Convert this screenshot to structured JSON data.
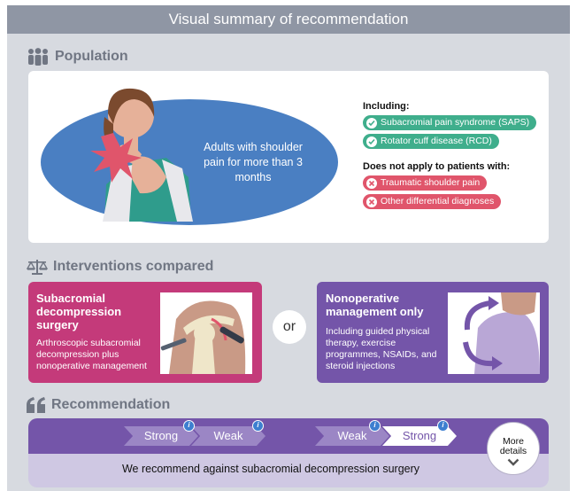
{
  "header": {
    "title": "Visual summary of recommendation"
  },
  "population": {
    "heading": "Population",
    "description": "Adults with shoulder pain for more than 3 months",
    "including_title": "Including:",
    "including": [
      "Subacromial pain syndrome (SAPS)",
      "Rotator cuff disease (RCD)"
    ],
    "excluding_title": "Does not apply to patients with:",
    "excluding": [
      "Traumatic shoulder pain",
      "Other differential diagnoses"
    ]
  },
  "interventions": {
    "heading": "Interventions compared",
    "or_label": "or",
    "surgery": {
      "title": "Subacromial decompression surgery",
      "body": "Arthroscopic subacromial decompression plus nonoperative management"
    },
    "nonoperative": {
      "title": "Nonoperative management only",
      "body": "Including guided physical therapy, exercise programmes, NSAIDs, and steroid injections"
    }
  },
  "recommendation": {
    "heading": "Recommendation",
    "scale": [
      "Strong",
      "Weak",
      "Weak",
      "Strong"
    ],
    "info_label": "i",
    "text": "We recommend against subacromial decompression surgery",
    "more_label": "More details"
  },
  "colors": {
    "accent_purple": "#7455a9",
    "surgery_pink": "#c43a7a",
    "population_blue": "#4a7fc2",
    "include_green": "#3fae8c",
    "exclude_red": "#e0556b"
  }
}
